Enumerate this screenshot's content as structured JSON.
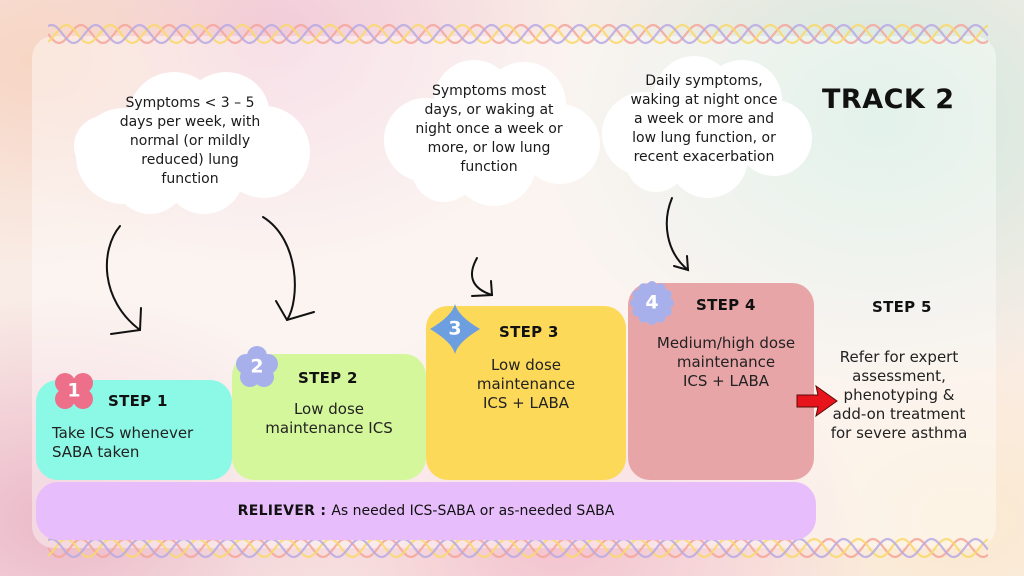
{
  "title": "TRACK 2",
  "colors": {
    "step1": "#8cf8e6",
    "step2": "#d5f79b",
    "step3": "#fdd95a",
    "step4": "#e8a5a7",
    "reliever": "#e8bdfb",
    "badge1": "#ed6f8a",
    "badge2": "#a8b0ec",
    "badge3": "#6c9ee0",
    "badge4": "#a8b0ec",
    "arrow_red": "#e8141c"
  },
  "clouds": [
    {
      "text": "Symptoms < 3 – 5\ndays per week, with\nnormal (or mildly\nreduced) lung\nfunction"
    },
    {
      "text": "Symptoms most\ndays, or waking at\nnight once a week or\nmore, or low lung\nfunction"
    },
    {
      "text": "Daily symptoms,\nwaking at night once\na week or more and\nlow lung function, or\nrecent exacerbation"
    }
  ],
  "steps": [
    {
      "number": "1",
      "title": "STEP 1",
      "description": "Take ICS whenever\nSABA taken",
      "badge_icon": "butterfly-badge-icon"
    },
    {
      "number": "2",
      "title": "STEP 2",
      "description": "Low dose\nmaintenance ICS",
      "badge_icon": "flower-badge-icon"
    },
    {
      "number": "3",
      "title": "STEP 3",
      "description": "Low dose\nmaintenance\nICS + LABA",
      "badge_icon": "diamond-badge-icon"
    },
    {
      "number": "4",
      "title": "STEP 4",
      "description": "Medium/high dose\nmaintenance\nICS + LABA",
      "badge_icon": "scalloped-badge-icon"
    },
    {
      "title": "STEP 5",
      "description": "Refer for expert\nassessment,\nphenotyping &\nadd-on treatment\nfor severe asthma"
    }
  ],
  "reliever": {
    "label": "RELIEVER :",
    "text": "As needed ICS-SABA or as-needed SABA"
  }
}
